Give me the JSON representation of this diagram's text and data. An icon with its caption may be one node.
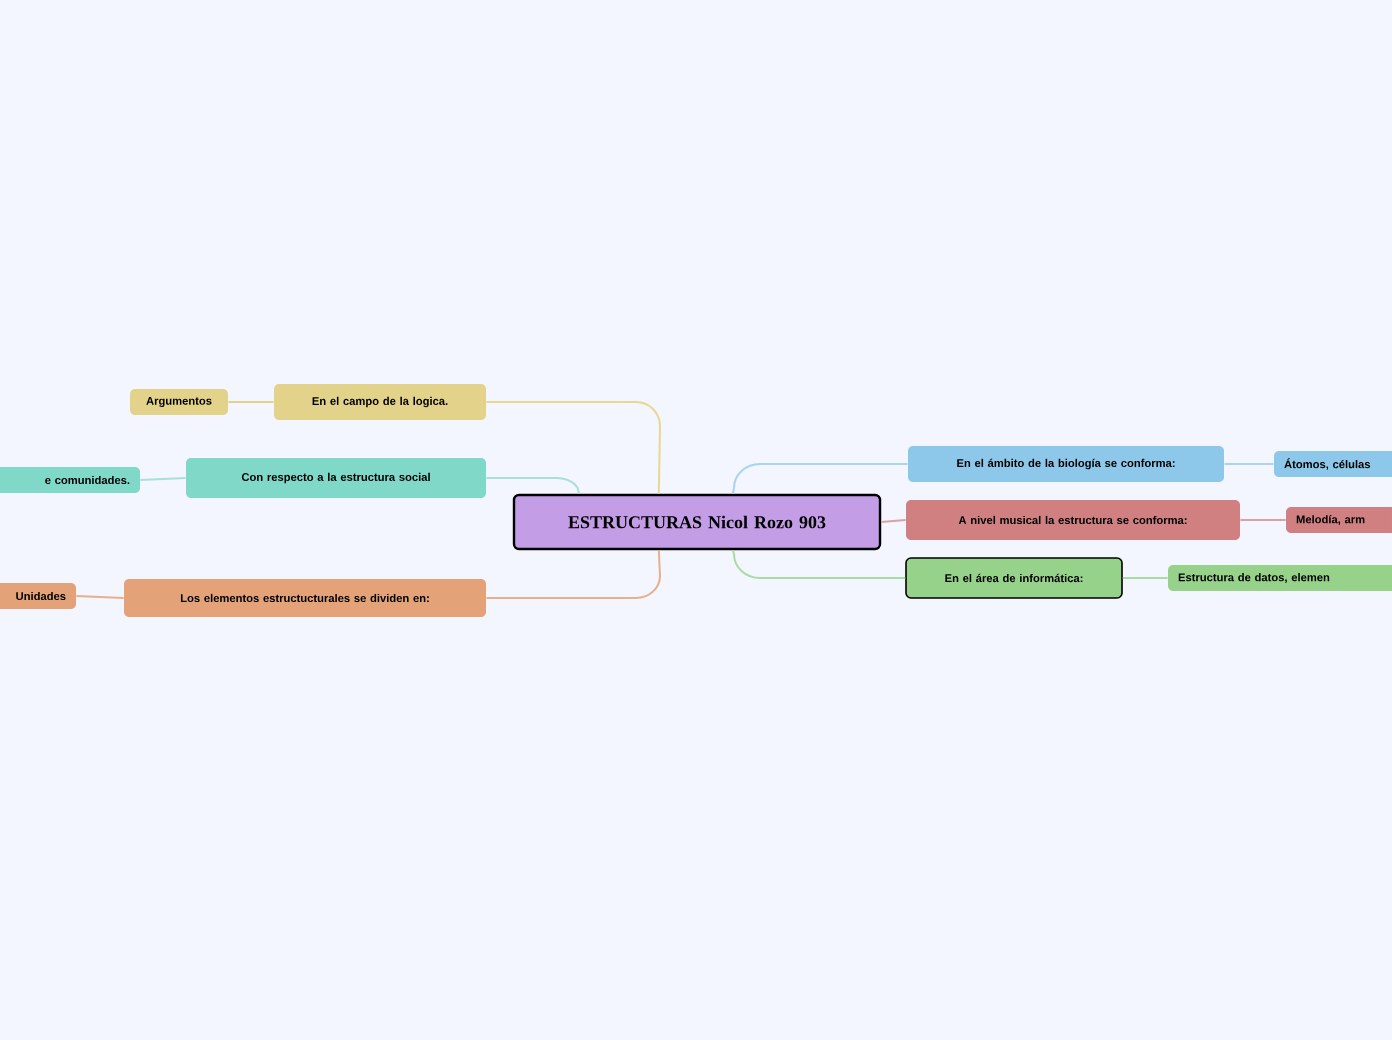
{
  "diagram": {
    "nodes": [
      {
        "text": [
          "ESTRUCTURAS Nicol Rozo 903"
        ]
      },
      {
        "text": [
          "En el campo de la logica."
        ]
      },
      {
        "text": [
          "Argumentos"
        ]
      },
      {
        "text": [
          "Con respecto a la estructura social"
        ]
      },
      {
        "text": [
          "e comunidades."
        ]
      },
      {
        "text": [
          "Los elementos estructucturales se dividen en:"
        ]
      },
      {
        "text": [
          "Unidades"
        ]
      },
      {
        "text": [
          "En el ámbito de la biología se conforma:"
        ]
      },
      {
        "text": [
          "Átomos, células"
        ]
      },
      {
        "text": [
          "A nivel musical la estructura se conforma:"
        ]
      },
      {
        "text": [
          "Melodía, arm"
        ]
      },
      {
        "text": [
          "En el área de informática:"
        ]
      },
      {
        "text": [
          "Estructura de datos, elemen"
        ]
      }
    ],
    "edges": [
      {
        "from": 0,
        "to": 1,
        "arrow": "none",
        "color": "#e8d890"
      },
      {
        "from": 1,
        "to": 2,
        "arrow": "none",
        "color": "#e3d28a"
      },
      {
        "from": 0,
        "to": 3,
        "arrow": "none",
        "color": "#a8e0d8"
      },
      {
        "from": 3,
        "to": 4,
        "arrow": "none",
        "color": "#a8e0d8"
      },
      {
        "from": 0,
        "to": 5,
        "arrow": "none",
        "color": "#e8b08a"
      },
      {
        "from": 5,
        "to": 6,
        "arrow": "none",
        "color": "#e8b08a"
      },
      {
        "from": 0,
        "to": 7,
        "arrow": "none",
        "color": "#a8d4ee"
      },
      {
        "from": 7,
        "to": 8,
        "arrow": "none",
        "color": "#a8d4ee"
      },
      {
        "from": 0,
        "to": 9,
        "arrow": "none",
        "color": "#dca0a0"
      },
      {
        "from": 9,
        "to": 10,
        "arrow": "none",
        "color": "#dca0a0"
      },
      {
        "from": 0,
        "to": 11,
        "arrow": "none",
        "color": "#a8dca0"
      },
      {
        "from": 11,
        "to": 12,
        "arrow": "none",
        "color": "#a8dca0"
      }
    ]
  }
}
